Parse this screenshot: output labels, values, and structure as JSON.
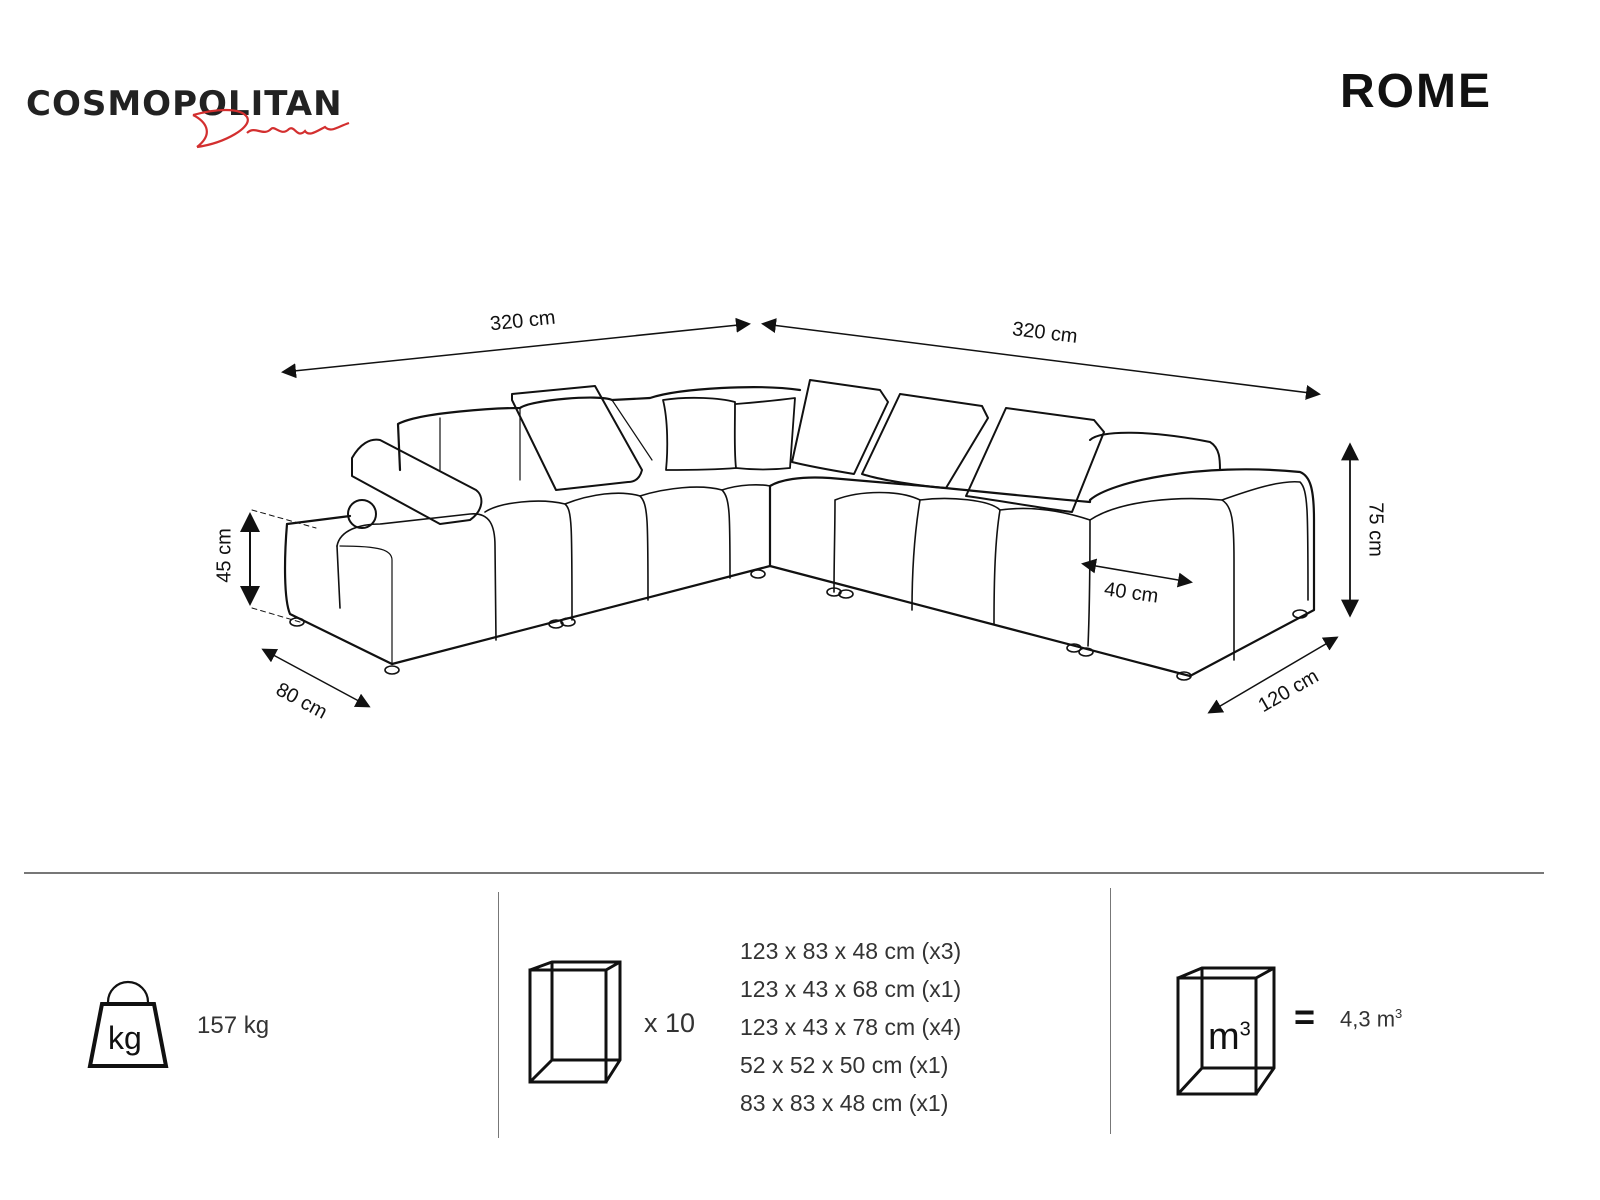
{
  "header": {
    "brand_name": "COSMOPOLITAN",
    "brand_script": "Design",
    "brand_script_color": "#d32f2f",
    "product_name": "ROME"
  },
  "diagram": {
    "subject": "corner-sofa-line-drawing",
    "dimensions": {
      "left_width": "320 cm",
      "right_width": "320 cm",
      "seat_height": "45 cm",
      "total_height": "75 cm",
      "left_depth": "80 cm",
      "right_depth": "120 cm",
      "armrest_width": "40 cm"
    }
  },
  "specs": {
    "weight": {
      "icon": "weight-kg-icon",
      "icon_label": "kg",
      "value": "157 kg"
    },
    "packages": {
      "icon": "box-icon",
      "count": "x 10",
      "items": [
        "123 x 83 x 48 cm (x3)",
        "123 x 43 x 68 cm (x1)",
        "123 x 43 x 78 cm (x4)",
        "52 x 52 x 50 cm (x1)",
        "83 x 83 x 48 cm (x1)"
      ]
    },
    "volume": {
      "icon": "volume-box-icon",
      "icon_label": "m",
      "icon_sup": "3",
      "equals": "=",
      "value": "4,3 m",
      "value_sup": "3"
    }
  }
}
